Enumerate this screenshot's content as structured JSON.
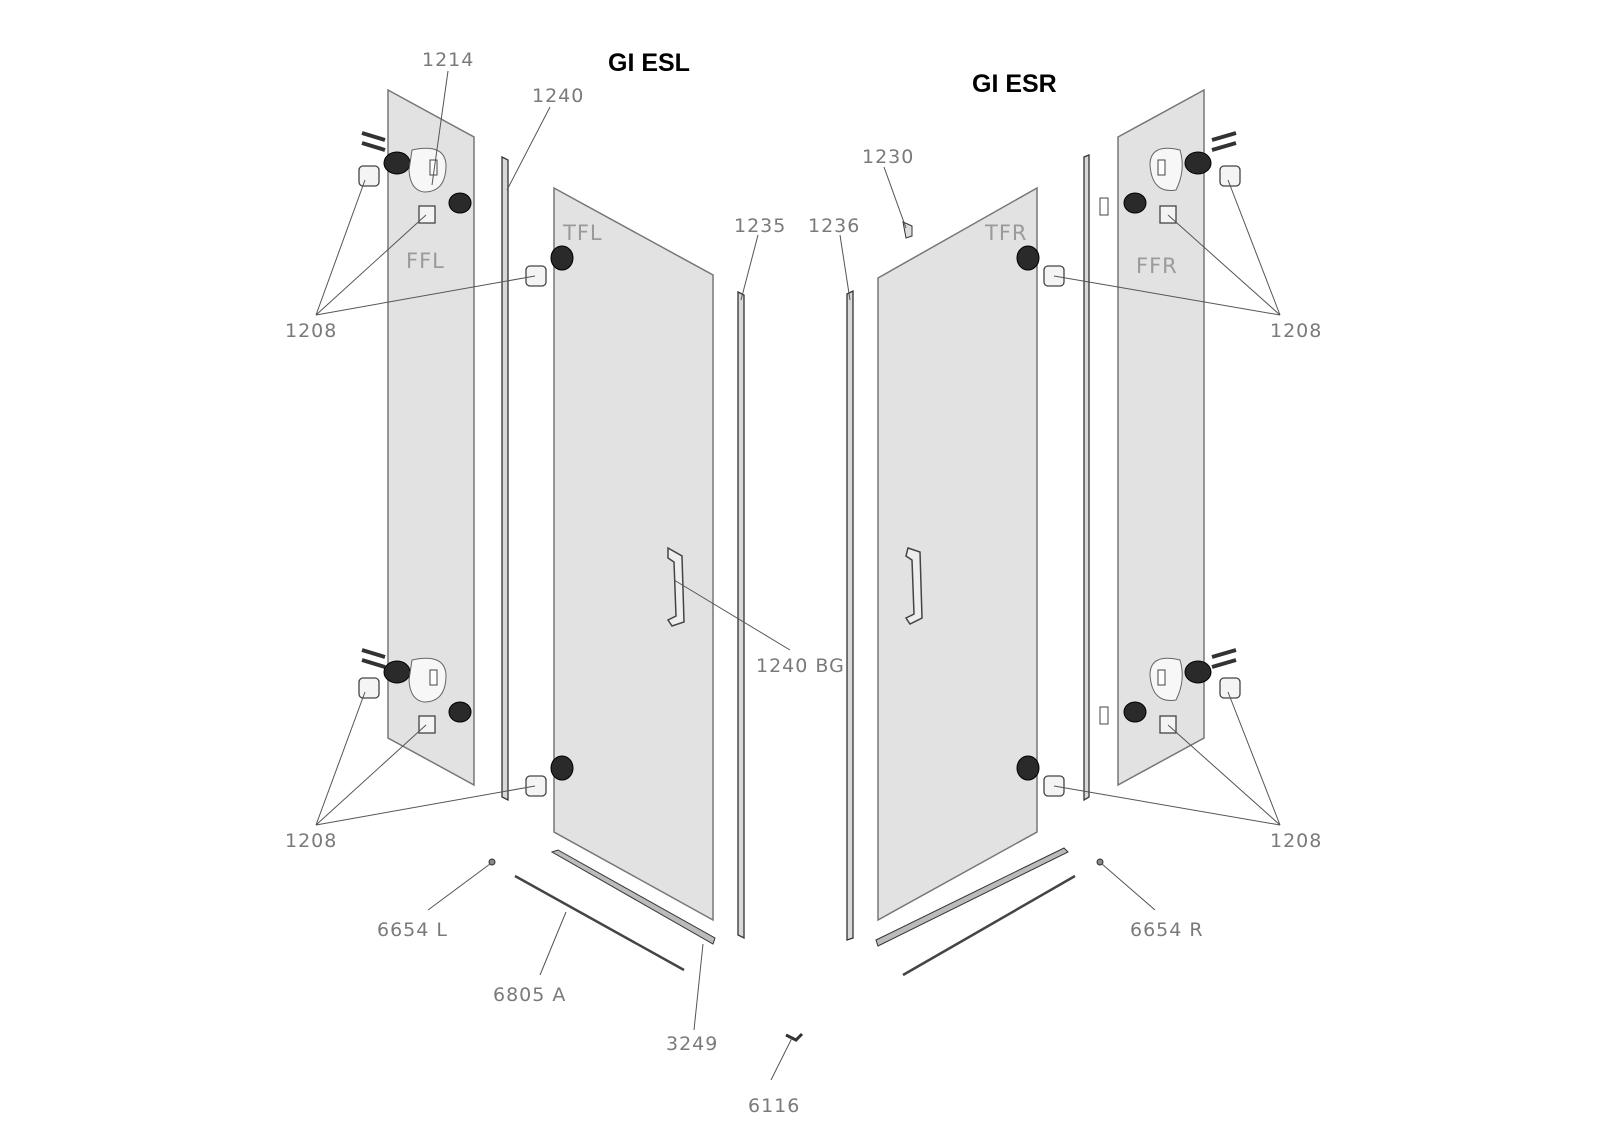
{
  "titles": {
    "left": "GI ESL",
    "right": "GI ESR"
  },
  "panels": {
    "ffl": "FFL",
    "tfl": "TFL",
    "tfr": "TFR",
    "ffr": "FFR"
  },
  "parts": {
    "p1214": "1214",
    "p1240": "1240",
    "p1208_tl": "1208",
    "p1208_bl": "1208",
    "p1208_tr": "1208",
    "p1208_br": "1208",
    "p1235": "1235",
    "p1236": "1236",
    "p1230": "1230",
    "p1240bg": "1240 BG",
    "p6654l": "6654 L",
    "p6654r": "6654 R",
    "p6805a": "6805 A",
    "p3249": "3249",
    "p6116": "6116"
  }
}
